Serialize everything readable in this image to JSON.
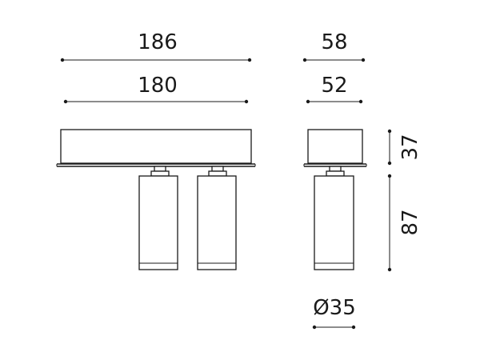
{
  "dimensions": {
    "front_outer_width": "186",
    "front_inner_width": "180",
    "side_outer_width": "58",
    "side_inner_width": "52",
    "housing_height": "37",
    "spot_height": "87",
    "spot_diameter": "Ø35"
  },
  "colors": {
    "stroke": "#1a1a1a",
    "background": "#ffffff"
  }
}
